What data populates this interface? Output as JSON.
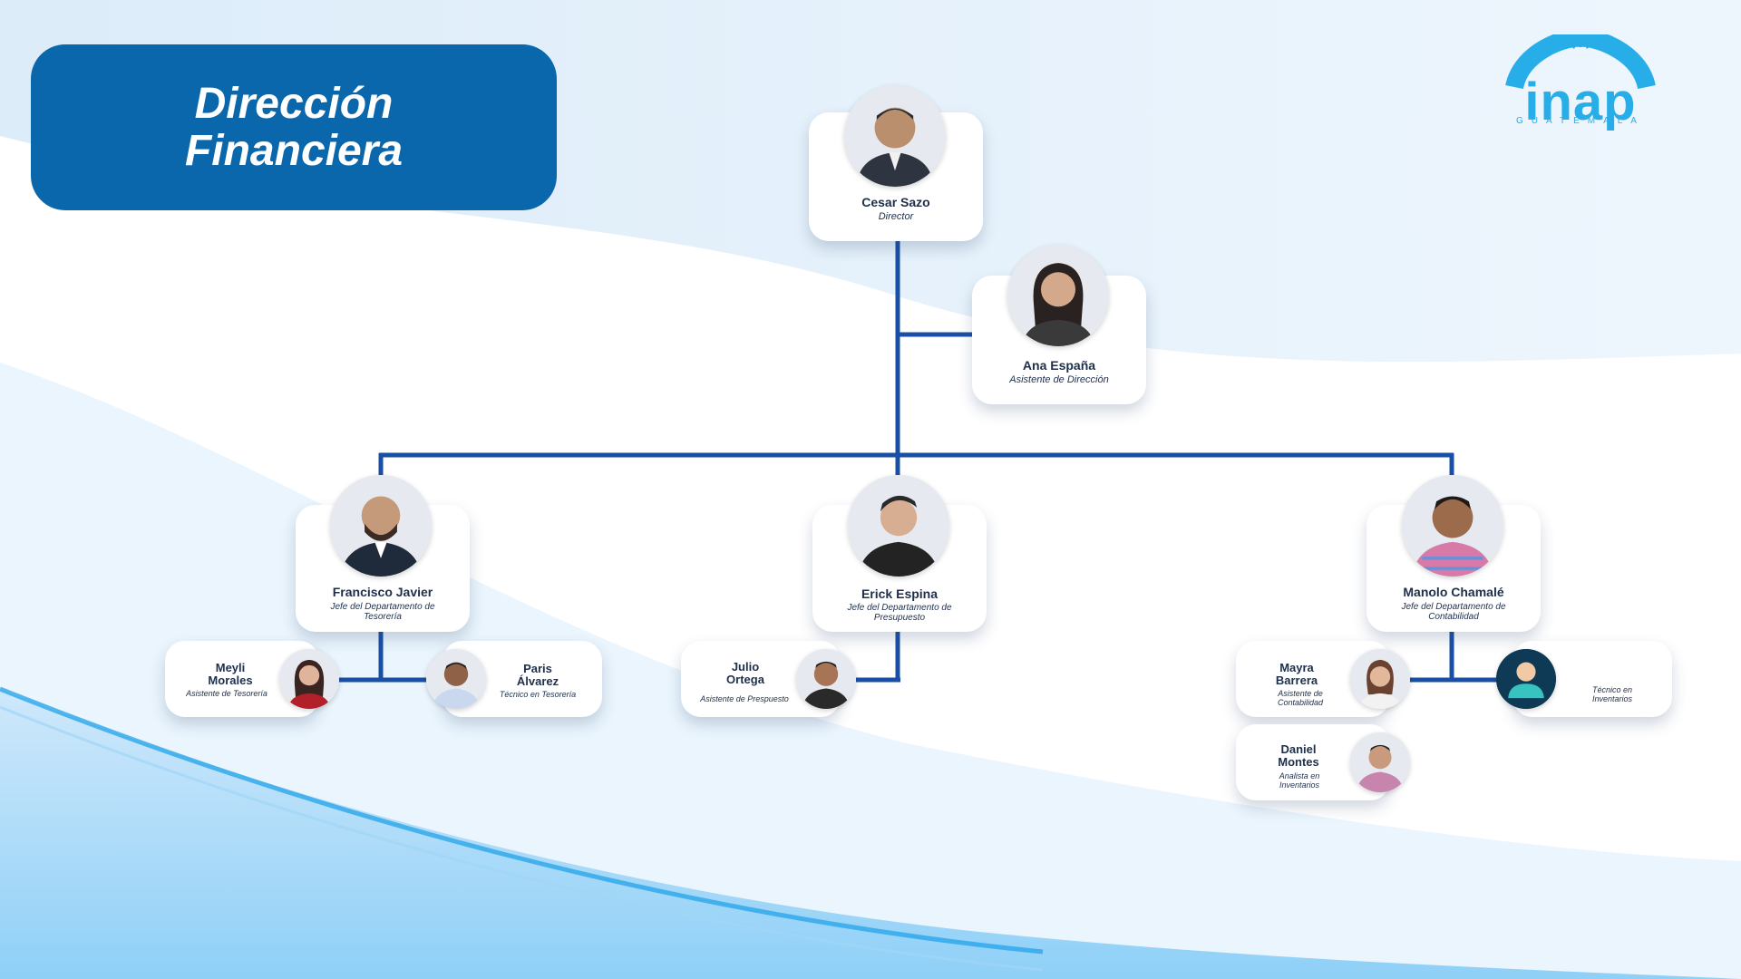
{
  "title": {
    "line1": "Dirección",
    "line2": "Financiera"
  },
  "logo": {
    "word": "inap",
    "sub": "GUATEMALA"
  },
  "colors": {
    "accent": "#0b67ab",
    "line": "#1a4fa6",
    "text": "#1d2f4b",
    "logo": "#27aee9"
  },
  "people": {
    "director": {
      "name": "Cesar Sazo",
      "role": "Director"
    },
    "asistente_direccion": {
      "name": "Ana España",
      "role": "Asistente de Dirección"
    },
    "tesoreria_jefe": {
      "name": "Francisco Javier",
      "role": "Jefe del Departamento de Tesorería"
    },
    "tesoreria_asistente": {
      "name": "Meyli Morales",
      "role": "Asistente de Tesorería"
    },
    "tesoreria_tecnico": {
      "name": "Paris Álvarez",
      "role": "Técnico en Tesorería"
    },
    "presupuesto_jefe": {
      "name": "Erick Espina",
      "role": "Jefe del Departamento de Presupuesto"
    },
    "presupuesto_asistente": {
      "name": "Julio Ortega",
      "role": "Asistente de Prespuesto"
    },
    "contabilidad_jefe": {
      "name": "Manolo Chamalé",
      "role": "Jefe del Departamento de Contabilidad"
    },
    "contabilidad_asistente": {
      "name": "Mayra Barrera",
      "role": "Asistente de Contabilidad"
    },
    "inventarios_analista": {
      "name": "Daniel Montes",
      "role": "Analista en Inventarios"
    },
    "inventarios_tecnico": {
      "name": "",
      "role": "Técnico en Inventarios"
    }
  }
}
